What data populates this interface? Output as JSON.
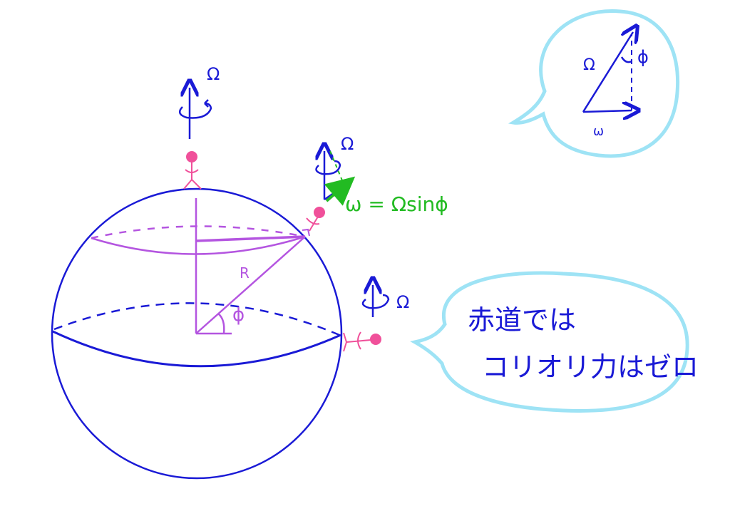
{
  "labels": {
    "omega_upper": "Ω",
    "phi": "ϕ",
    "radius": "R",
    "omega_lower": "ω",
    "formula": "ω = Ωsinϕ"
  },
  "bubbles": {
    "equator_note_line1": "赤道では",
    "equator_note_line2": "コリオリ力はゼロ"
  },
  "colors": {
    "earth_blue": "#1a1ad6",
    "construction_purple": "#b455e0",
    "observer_pink": "#f0509a",
    "vector_green": "#22bb22",
    "bubble_cyan": "#9ee3f5"
  },
  "icons": [
    "rotation-axis-icon",
    "observer-figure-icon",
    "speech-bubble-icon"
  ]
}
